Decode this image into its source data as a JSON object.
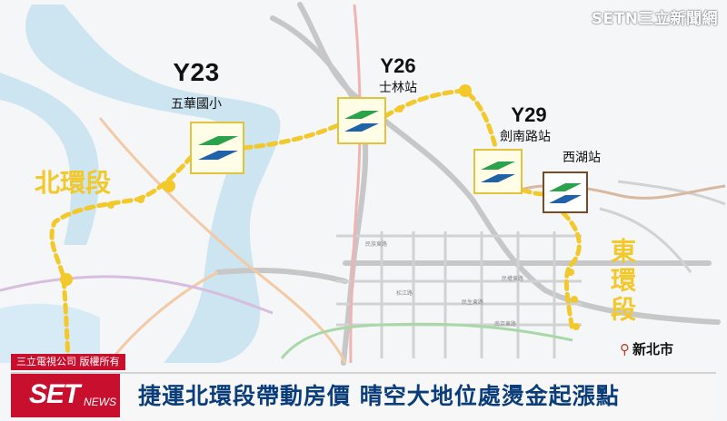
{
  "logo": {
    "text": "SETN三立新聞網"
  },
  "stations": [
    {
      "code": "Y23",
      "name": "五華國小"
    },
    {
      "code": "Y26",
      "name": "士林站"
    },
    {
      "code": "Y29",
      "name": "劍南路站"
    },
    {
      "code": "",
      "name": "西湖站"
    }
  ],
  "segments": {
    "north": "北環段",
    "east": "東環段"
  },
  "place": {
    "new_taipei": "新北市"
  },
  "streets": [
    "民族東路",
    "民權東路",
    "松江路",
    "民生東路",
    "南京東路"
  ],
  "overlay": {
    "copyright": "三立電視公司 版權所有",
    "brand_main": "SET",
    "brand_sub": "NEWS",
    "headline": "捷運北環段帶動房價 晴空大地位處燙金起漲點"
  },
  "colors": {
    "line": "#f3c82a",
    "station_border": "#e1c43b",
    "xihu_border": "#7a4a22",
    "river": "#cce5f1",
    "metro_green": "#2aa24c",
    "metro_blue": "#1f62a8",
    "brand_red": "#c8102e",
    "headline_blue": "#0a3d7a"
  }
}
